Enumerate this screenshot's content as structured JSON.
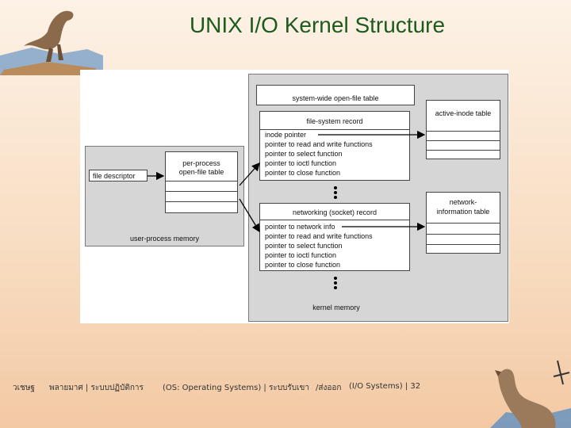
{
  "slide": {
    "title": "UNIX I/O Kernel Structure"
  },
  "diagram": {
    "user_process_memory": "user-process memory",
    "file_descriptor": "file descriptor",
    "per_process_table_line1": "per-process",
    "per_process_table_line2": "open-file table",
    "system_wide_table": "system-wide open-file table",
    "file_system_record": {
      "header": "file-system record",
      "lines": [
        "inode pointer",
        "pointer to read and write functions",
        "pointer to select function",
        "pointer to ioctl function",
        "pointer to close function"
      ]
    },
    "networking_record": {
      "header": "networking (socket) record",
      "lines": [
        "pointer to network info",
        "pointer to read and write functions",
        "pointer to select function",
        "pointer to ioctl function",
        "pointer to close function"
      ]
    },
    "kernel_memory": "kernel memory",
    "active_inode_table": "active-inode table",
    "network_info_table_line1": "network-",
    "network_info_table_line2": "information table"
  },
  "footer": {
    "author": "วเชษฐ",
    "course": "พลายมาศ | ระบบปฏิบัติการ",
    "course_en": "(OS: Operating Systems) | ระบบรับเขา",
    "chapter": "/ส่งออก",
    "chapter_en": "(I/O Systems) | 32"
  },
  "colors": {
    "title": "#1d5a1d",
    "gray_region": "#d6d6d6"
  },
  "icons": [
    "dinosaur-top-left",
    "dinosaur-bottom-right"
  ]
}
